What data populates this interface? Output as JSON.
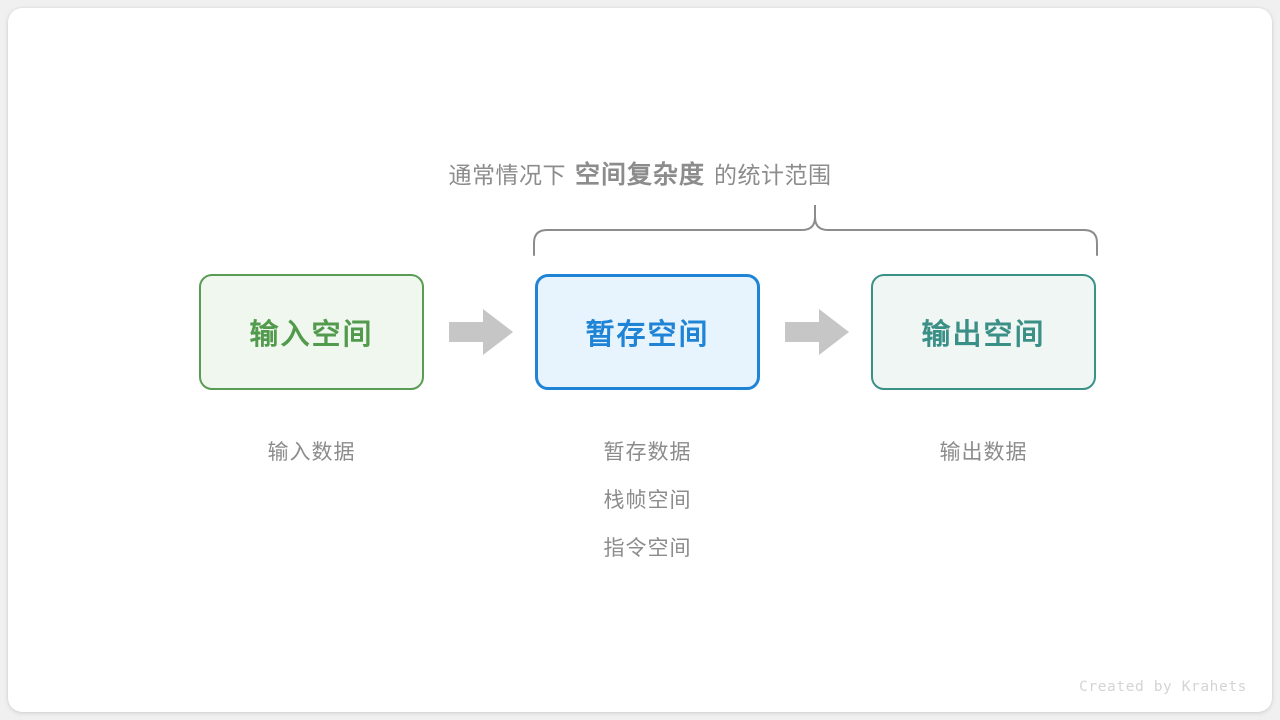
{
  "canvas": {
    "background": "#ffffff",
    "page_background": "#f0f0f0"
  },
  "caption": {
    "prefix": "通常情况下",
    "emphasis": "空间复杂度",
    "suffix": "的统计范围",
    "color": "#8c8c8c"
  },
  "brace": {
    "name": "curly-brace",
    "color": "#8c8c8c",
    "spans_boxes": [
      "暂存空间",
      "输出空间"
    ]
  },
  "boxes": [
    {
      "id": "input",
      "label": "输入空间",
      "fill": "#f0f7ef",
      "border": "#5a9c54",
      "text_color": "#529a4c",
      "sublabels": [
        "输入数据"
      ]
    },
    {
      "id": "temp",
      "label": "暂存空间",
      "fill": "#e8f4fd",
      "border": "#1f84d6",
      "text_color": "#1f84d6",
      "sublabels": [
        "暂存数据",
        "栈帧空间",
        "指令空间"
      ]
    },
    {
      "id": "output",
      "label": "输出空间",
      "fill": "#eff6f4",
      "border": "#3b9188",
      "text_color": "#3a8f86",
      "sublabels": [
        "输出数据"
      ]
    }
  ],
  "arrows": [
    {
      "id": "arrow-1",
      "from": "input",
      "to": "temp",
      "color": "#c6c6c6"
    },
    {
      "id": "arrow-2",
      "from": "temp",
      "to": "output",
      "color": "#c6c6c6"
    }
  ],
  "watermark": {
    "text": "Created by Krahets",
    "color": "#d4d4d4"
  }
}
